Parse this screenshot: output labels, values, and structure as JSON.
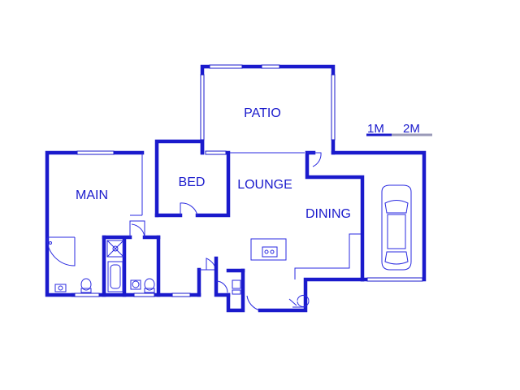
{
  "rooms": {
    "patio": "PATIO",
    "main": "MAIN",
    "bed": "BED",
    "lounge": "LOUNGE",
    "dining": "DINING"
  },
  "scale_bar": {
    "label_1": "1M",
    "label_2": "2M"
  },
  "colors": {
    "wall": "#1a1acc",
    "line": "#2a2ae0",
    "background": "#ffffff"
  }
}
